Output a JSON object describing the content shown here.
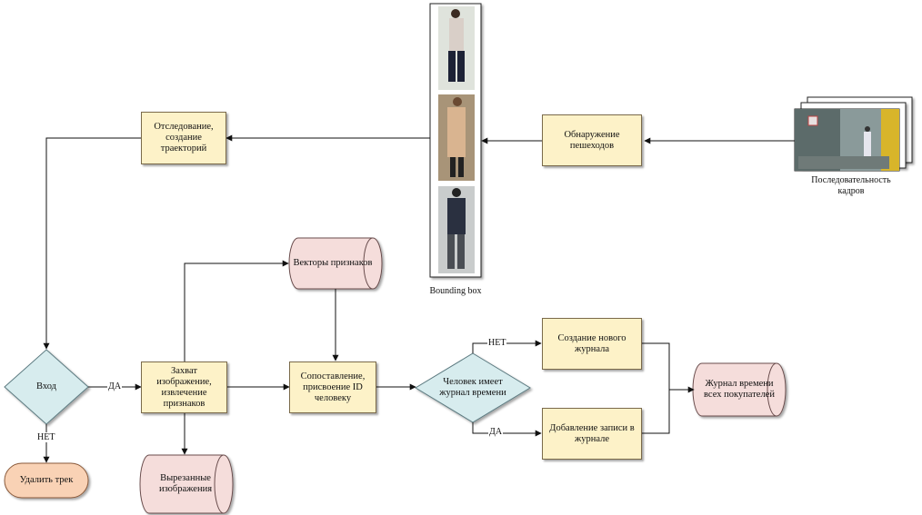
{
  "nodes": {
    "tracking": "Отследование, создание траекторий",
    "detection": "Обнаружение пешеходов",
    "frames_label": "Последовательность кадров",
    "bbox_label": "Bounding box",
    "vectors": "Векторы признаков",
    "entry": "Вход",
    "capture": "Захват изображение, извлечение признаков",
    "matching": "Сопоставление, присвоение ID человеку",
    "has_log": "Человек имеет журнал времени",
    "new_log": "Создание нового журнала",
    "add_record": "Добавление записи в журнале",
    "all_log": "Журнал времени всех покупателей",
    "cropped": "Вырезанные изображения",
    "delete_track": "Удалить трек"
  },
  "edge_labels": {
    "entry_yes": "ДА",
    "entry_no": "НЕТ",
    "log_no": "НЕТ",
    "log_yes": "ДА"
  },
  "colors": {
    "process_fill": "#fdf2c8",
    "storage_fill": "#f5dddb",
    "decision_fill": "#d7ecee",
    "terminal_fill": "#f9d2b5"
  }
}
